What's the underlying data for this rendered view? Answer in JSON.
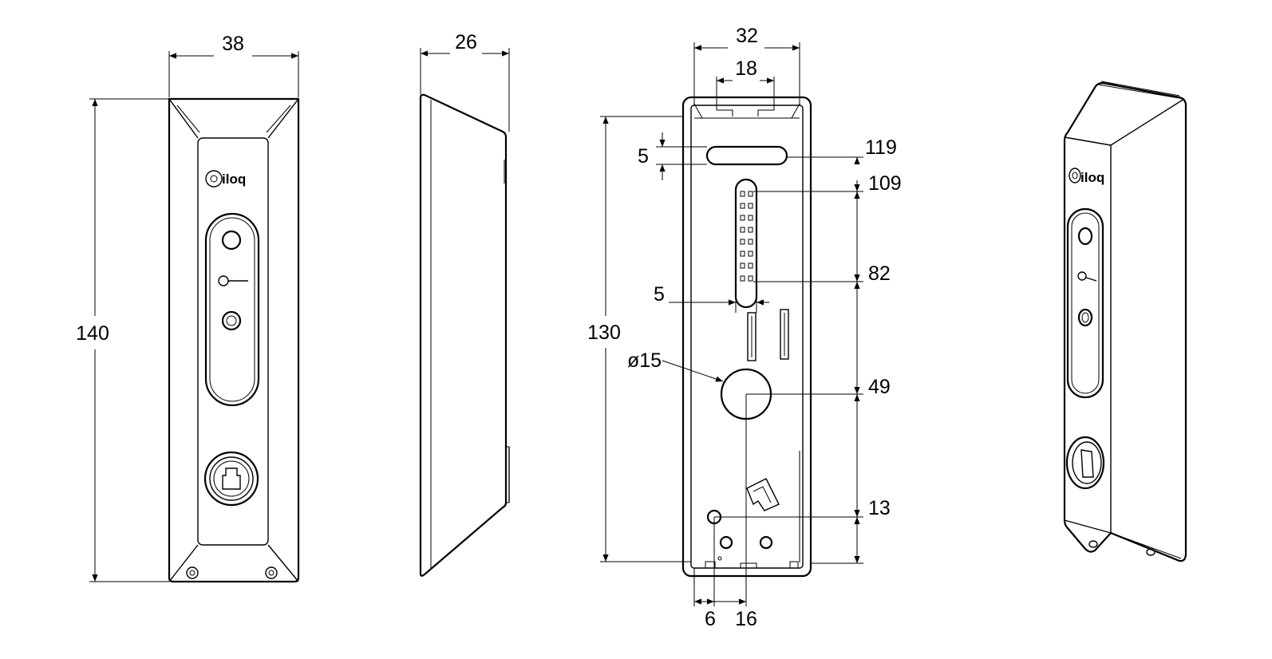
{
  "logo": {
    "text": "iloq"
  },
  "dimensions": {
    "front_width": "38",
    "side_depth": "26",
    "front_height": "140",
    "back_width": "32",
    "slot_width": "18",
    "slot_height": "5",
    "level_119": "119",
    "level_109": "109",
    "level_82": "82",
    "contact_width": "5",
    "height_130": "130",
    "hole_diameter": "ø15",
    "level_49": "49",
    "level_13": "13",
    "offset_6": "6",
    "offset_16": "16"
  }
}
